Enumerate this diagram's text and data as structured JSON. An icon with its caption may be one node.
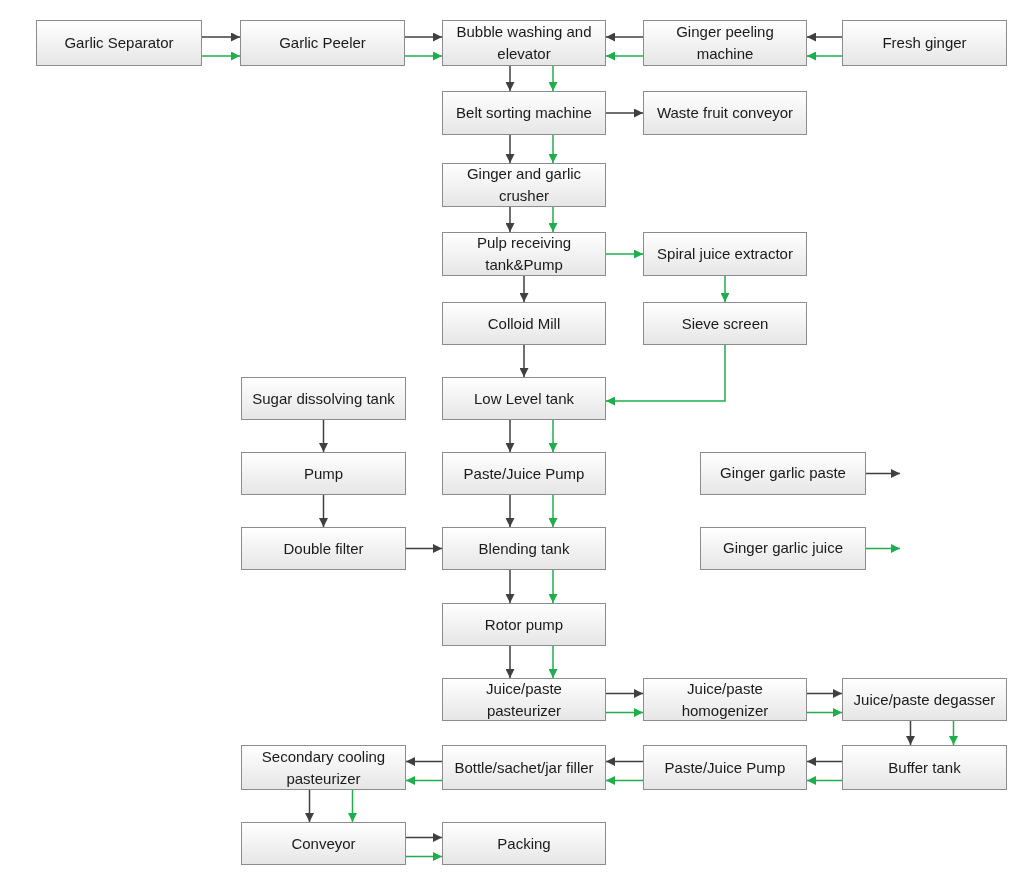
{
  "diagram": {
    "nodes": [
      {
        "text": [
          "Garlic Separator"
        ]
      },
      {
        "text": [
          "Garlic Peeler"
        ]
      },
      {
        "text": [
          "Bubble washing and elevator"
        ]
      },
      {
        "text": [
          "Ginger peeling machine"
        ]
      },
      {
        "text": [
          "Fresh ginger"
        ]
      },
      {
        "text": [
          "Belt sorting machine"
        ]
      },
      {
        "text": [
          "Waste fruit conveyor"
        ]
      },
      {
        "text": [
          "Ginger and garlic crusher"
        ]
      },
      {
        "text": [
          "Pulp receiving tank&Pump"
        ]
      },
      {
        "text": [
          "Spiral juice extractor"
        ]
      },
      {
        "text": [
          "Colloid Mill"
        ]
      },
      {
        "text": [
          "Sieve screen"
        ]
      },
      {
        "text": [
          "Sugar dissolving tank"
        ]
      },
      {
        "text": [
          "Low Level  tank"
        ]
      },
      {
        "text": [
          "Pump"
        ]
      },
      {
        "text": [
          "Paste/Juice Pump"
        ]
      },
      {
        "text": [
          "Double filter"
        ]
      },
      {
        "text": [
          "Blending tank"
        ]
      },
      {
        "text": [
          "Rotor pump"
        ]
      },
      {
        "text": [
          "Juice/paste pasteurizer"
        ]
      },
      {
        "text": [
          "Juice/paste homogenizer"
        ]
      },
      {
        "text": [
          "Juice/paste degasser"
        ]
      },
      {
        "text": [
          "Secondary cooling pasteurizer"
        ]
      },
      {
        "text": [
          "Bottle/sachet/jar filler"
        ]
      },
      {
        "text": [
          "Paste/Juice Pump"
        ]
      },
      {
        "text": [
          "Buffer tank"
        ]
      },
      {
        "text": [
          "Conveyor"
        ]
      },
      {
        "text": [
          "Packing"
        ]
      }
    ],
    "edges": [
      {
        "from": 0,
        "to": 1,
        "arrow": "to"
      },
      {
        "from": 0,
        "to": 1,
        "arrow": "to",
        "color": "#1fae4c"
      },
      {
        "from": 1,
        "to": 2,
        "arrow": "to"
      },
      {
        "from": 1,
        "to": 2,
        "arrow": "to",
        "color": "#1fae4c"
      },
      {
        "from": 3,
        "to": 2,
        "arrow": "to"
      },
      {
        "from": 3,
        "to": 2,
        "arrow": "to",
        "color": "#1fae4c"
      },
      {
        "from": 4,
        "to": 3,
        "arrow": "to"
      },
      {
        "from": 4,
        "to": 3,
        "arrow": "to",
        "color": "#1fae4c"
      },
      {
        "from": 2,
        "to": 5,
        "arrow": "to"
      },
      {
        "from": 2,
        "to": 5,
        "arrow": "to",
        "color": "#1fae4c"
      },
      {
        "from": 5,
        "to": 6,
        "arrow": "to"
      },
      {
        "from": 5,
        "to": 7,
        "arrow": "to"
      },
      {
        "from": 5,
        "to": 7,
        "arrow": "to",
        "color": "#1fae4c"
      },
      {
        "from": 7,
        "to": 8,
        "arrow": "to"
      },
      {
        "from": 7,
        "to": 8,
        "arrow": "to",
        "color": "#1fae4c"
      },
      {
        "from": 8,
        "to": 9,
        "arrow": "to",
        "color": "#1fae4c"
      },
      {
        "from": 8,
        "to": 10,
        "arrow": "to"
      },
      {
        "from": 9,
        "to": 11,
        "arrow": "to",
        "color": "#1fae4c"
      },
      {
        "from": 10,
        "to": 13,
        "arrow": "to"
      },
      {
        "from": 11,
        "to": 13,
        "arrow": "to",
        "color": "#1fae4c"
      },
      {
        "from": 12,
        "to": 14,
        "arrow": "to"
      },
      {
        "from": 14,
        "to": 16,
        "arrow": "to"
      },
      {
        "from": 16,
        "to": 17,
        "arrow": "to"
      },
      {
        "from": 13,
        "to": 15,
        "arrow": "to"
      },
      {
        "from": 13,
        "to": 15,
        "arrow": "to",
        "color": "#1fae4c"
      },
      {
        "from": 15,
        "to": 17,
        "arrow": "to"
      },
      {
        "from": 15,
        "to": 17,
        "arrow": "to",
        "color": "#1fae4c"
      },
      {
        "from": 17,
        "to": 18,
        "arrow": "to"
      },
      {
        "from": 17,
        "to": 18,
        "arrow": "to",
        "color": "#1fae4c"
      },
      {
        "from": 18,
        "to": 19,
        "arrow": "to"
      },
      {
        "from": 18,
        "to": 19,
        "arrow": "to",
        "color": "#1fae4c"
      },
      {
        "from": 19,
        "to": 20,
        "arrow": "to"
      },
      {
        "from": 19,
        "to": 20,
        "arrow": "to",
        "color": "#1fae4c"
      },
      {
        "from": 20,
        "to": 21,
        "arrow": "to"
      },
      {
        "from": 20,
        "to": 21,
        "arrow": "to",
        "color": "#1fae4c"
      },
      {
        "from": 21,
        "to": 25,
        "arrow": "to"
      },
      {
        "from": 21,
        "to": 25,
        "arrow": "to",
        "color": "#1fae4c"
      },
      {
        "from": 25,
        "to": 24,
        "arrow": "to"
      },
      {
        "from": 25,
        "to": 24,
        "arrow": "to",
        "color": "#1fae4c"
      },
      {
        "from": 24,
        "to": 23,
        "arrow": "to"
      },
      {
        "from": 24,
        "to": 23,
        "arrow": "to",
        "color": "#1fae4c"
      },
      {
        "from": 23,
        "to": 22,
        "arrow": "to"
      },
      {
        "from": 23,
        "to": 22,
        "arrow": "to",
        "color": "#1fae4c"
      },
      {
        "from": 22,
        "to": 26,
        "arrow": "to"
      },
      {
        "from": 22,
        "to": 26,
        "arrow": "to",
        "color": "#1fae4c"
      },
      {
        "from": 26,
        "to": 27,
        "arrow": "to"
      },
      {
        "from": 26,
        "to": 27,
        "arrow": "to",
        "color": "#1fae4c"
      }
    ],
    "legend": [
      {
        "text": "Ginger garlic paste"
      },
      {
        "text": "Ginger garlic juice"
      }
    ]
  }
}
